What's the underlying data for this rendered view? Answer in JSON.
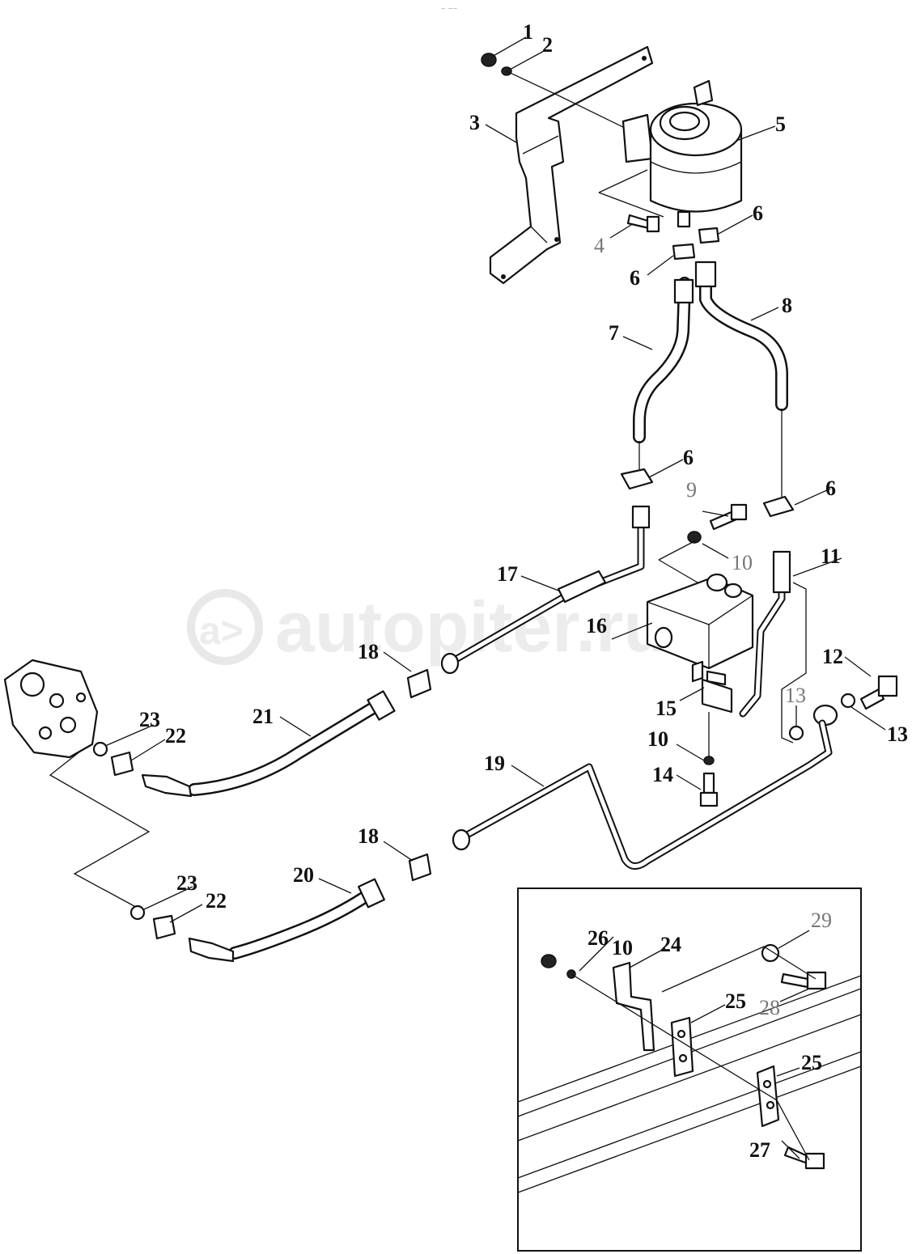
{
  "watermark": {
    "text": "autopiter.ru",
    "logo_glyph": "a>"
  },
  "header_mark": "~ ~~",
  "labels": {
    "p1": "1",
    "p2": "2",
    "p3": "3",
    "p4": "4",
    "p5": "5",
    "p6a": "6",
    "p6b": "6",
    "p6c": "6",
    "p6d": "6",
    "p7": "7",
    "p8": "8",
    "p9": "9",
    "p10a": "10",
    "p10b": "10",
    "p11": "11",
    "p12": "12",
    "p13a": "13",
    "p13b": "13",
    "p14": "14",
    "p15": "15",
    "p16": "16",
    "p17": "17",
    "p18a": "18",
    "p18b": "18",
    "p19": "19",
    "p20": "20",
    "p21": "21",
    "p22a": "22",
    "p22b": "22",
    "p23a": "23",
    "p23b": "23",
    "p24": "24",
    "p25a": "25",
    "p25b": "25",
    "p26": "26",
    "p27": "27",
    "p28": "28",
    "p29": "29",
    "p10c": "10"
  }
}
